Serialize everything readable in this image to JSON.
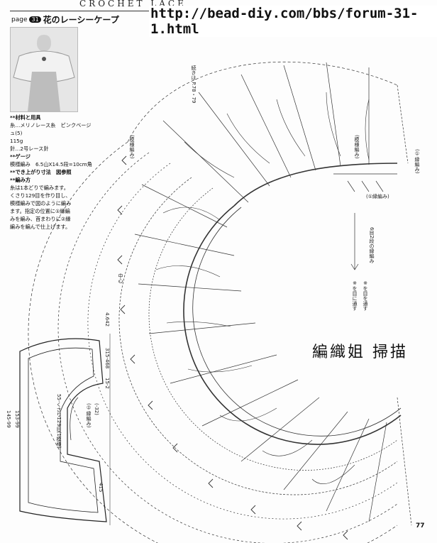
{
  "header": {
    "magazine": "CROCHET LACE",
    "page_label": "page",
    "pattern_no": "31",
    "title": "花のレーシーケープ",
    "url": "http://bead-diy.com/bbs/forum-31-1.html"
  },
  "materials": {
    "heading": "**材料と用具",
    "yarn": "糸…メリノレース糸　ピンクベージュ(5)",
    "weight": "115g",
    "hook": "針…2号レース針",
    "gauge_heading": "**ゲージ",
    "gauge": "模様編み　6.5山X14.5段=10cm角",
    "size_heading": "**でき上がり寸法　図参照",
    "method_heading": "**編み方",
    "method": [
      "糸は1本どりで編みます。",
      "くさり129目を作り目し、",
      "模様編みで図のように編み",
      "ます。指定の位置に①縁編",
      "みを編み、首まわりに②縁",
      "編みを編んで仕上げます。"
    ]
  },
  "diagram_labels": {
    "pattern_a": "(模様編み)",
    "pattern_b": "(模様編み)",
    "edging": "(①縁編み)",
    "edging2": "(①縁編み)",
    "ref_page": "続きは P.78・79",
    "center": "中心",
    "dims": [
      "4.642",
      "315-468",
      "15-2",
      "145-99",
      "153-99",
      "(-32)",
      "55-くさり129目(1模様)",
      "(②縁編み)",
      "415"
    ],
    "notes": [
      "6目2段の縁編み",
      "※を目に通す",
      "※を目を通す"
    ]
  },
  "watermark": "編織姐 掃描",
  "page_number": "77"
}
